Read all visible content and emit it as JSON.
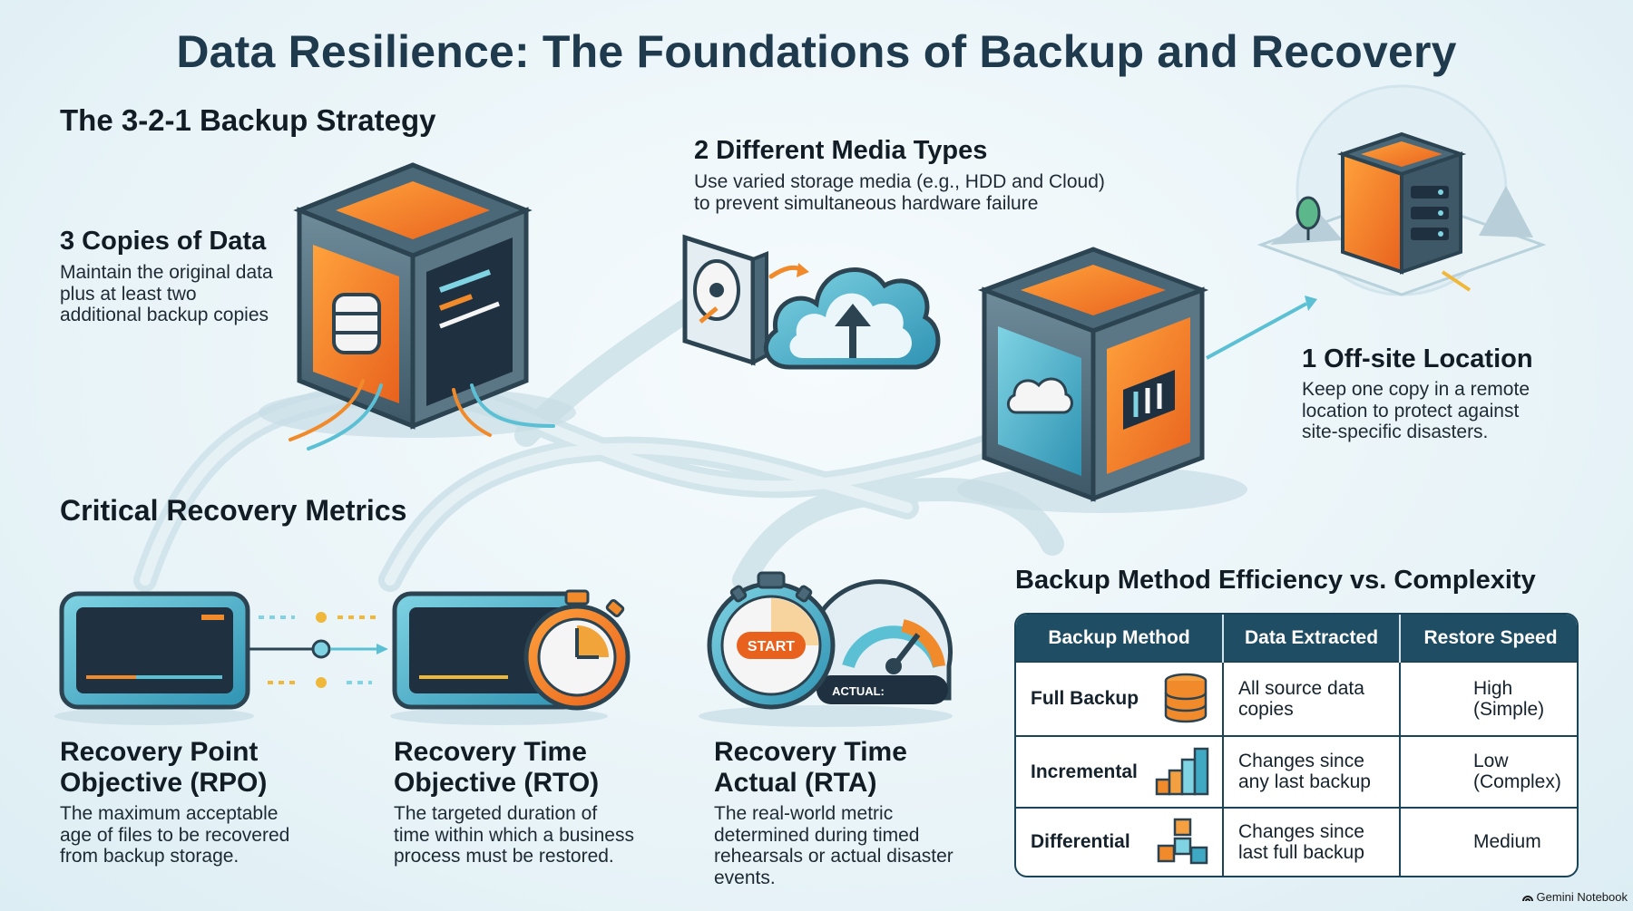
{
  "title": "Data Resilience: The Foundations of Backup and Recovery",
  "strategy": {
    "heading": "The 3-2-1 Backup Strategy",
    "copies": {
      "title": "3 Copies of Data",
      "desc": [
        "Maintain the original data",
        "plus at least two",
        "additional backup copies"
      ]
    },
    "media": {
      "title": "2 Different Media Types",
      "desc": [
        "Use varied storage media (e.g., HDD and Cloud)",
        "to prevent simultaneous hardware failure"
      ]
    },
    "offsite": {
      "title": "1 Off-site Location",
      "desc": [
        "Keep one copy in a remote",
        "location to protect against",
        "site-specific disasters."
      ]
    }
  },
  "metrics": {
    "heading": "Critical Recovery Metrics",
    "rpo": {
      "title": [
        "Recovery Point",
        "Objective (RPO)"
      ],
      "desc": [
        "The maximum acceptable",
        "age of files to be recovered",
        "from backup storage."
      ]
    },
    "rto": {
      "title": [
        "Recovery Time",
        "Objective (RTO)"
      ],
      "desc": [
        "The targeted duration of",
        "time within which a business",
        "process must be restored."
      ]
    },
    "rta": {
      "title": [
        "Recovery Time",
        "Actual (RTA)"
      ],
      "desc": [
        "The real-world metric",
        "determined during timed",
        "rehearsals or actual disaster",
        "events."
      ]
    },
    "stopwatch_label": "START",
    "gauge_label": "ACTUAL:"
  },
  "table": {
    "heading": "Backup Method Efficiency vs. Complexity",
    "headers": [
      "Backup Method",
      "Data Extracted",
      "Restore Speed"
    ],
    "rows": [
      {
        "method": "Full Backup",
        "icon": "database-stack-icon",
        "extracted": [
          "All source data",
          "copies"
        ],
        "speed": [
          "High",
          "(Simple)"
        ]
      },
      {
        "method": "Incremental",
        "icon": "growing-blocks-icon",
        "extracted": [
          "Changes since",
          "any last backup"
        ],
        "speed": [
          "Low",
          "(Complex)"
        ]
      },
      {
        "method": "Differential",
        "icon": "cube-cluster-icon",
        "extracted": [
          "Changes since",
          "last full backup"
        ],
        "speed": [
          "Medium"
        ]
      }
    ]
  },
  "watermark": "Gemini Notebook",
  "colors": {
    "orange": "#f08a2a",
    "teal": "#3fa9c4",
    "navy": "#1f4d63",
    "steel": "#4a6878"
  }
}
